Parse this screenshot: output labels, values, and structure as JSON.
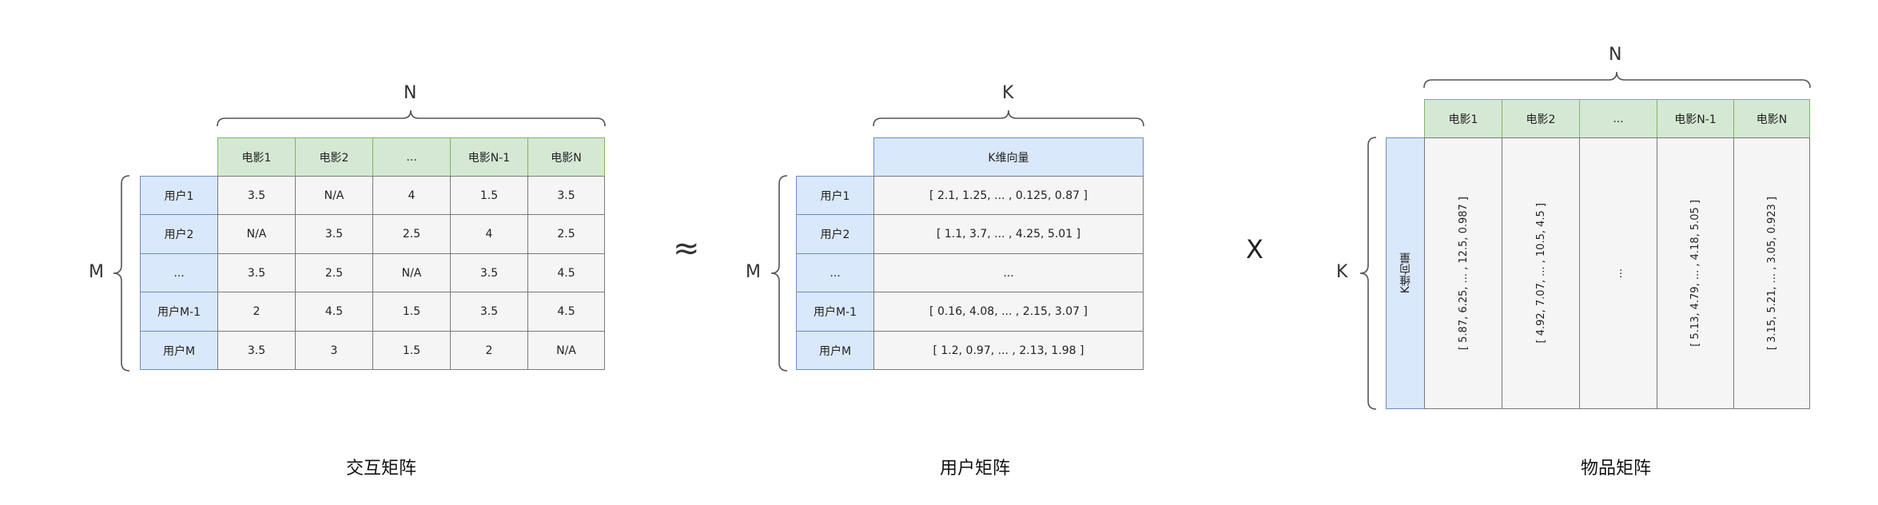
{
  "interaction_matrix": {
    "title": "交互矩阵",
    "n_label": "N",
    "m_label": "M",
    "col_headers": [
      "电影1",
      "电影2",
      "...",
      "电影N-1",
      "电影N"
    ],
    "rows": [
      {
        "label": "用户1",
        "values": [
          "3.5",
          "N/A",
          "4",
          "1.5",
          "3.5"
        ]
      },
      {
        "label": "用户2",
        "values": [
          "N/A",
          "3.5",
          "2.5",
          "4",
          "2.5"
        ]
      },
      {
        "label": "...",
        "values": [
          "3.5",
          "2.5",
          "N/A",
          "3.5",
          "4.5"
        ]
      },
      {
        "label": "用户M-1",
        "values": [
          "2",
          "4.5",
          "1.5",
          "3.5",
          "4.5"
        ]
      },
      {
        "label": "用户M",
        "values": [
          "3.5",
          "3",
          "1.5",
          "2",
          "N/A"
        ]
      }
    ]
  },
  "approx_symbol": "≈",
  "times_symbol": "X",
  "user_matrix": {
    "title": "用户矩阵",
    "k_label": "K",
    "m_label": "M",
    "header": "K维向量",
    "rows": [
      {
        "label": "用户1",
        "vector": "[ 2.1, 1.25, ... , 0.125, 0.87 ]"
      },
      {
        "label": "用户2",
        "vector": "[ 1.1, 3.7, ... , 4.25, 5.01 ]"
      },
      {
        "label": "...",
        "vector": "..."
      },
      {
        "label": "用户M-1",
        "vector": "[ 0.16, 4.08, ... , 2.15, 3.07 ]"
      },
      {
        "label": "用户M",
        "vector": "[ 1.2, 0.97, ... , 2.13, 1.98 ]"
      }
    ]
  },
  "item_matrix": {
    "title": "物品矩阵",
    "n_label": "N",
    "k_label": "K",
    "side_header": "K维向量",
    "col_headers": [
      "电影1",
      "电影2",
      "...",
      "电影N-1",
      "电影N"
    ],
    "vectors": [
      "[ 5.87, 6.25, ... , 12.5, 0.987 ]",
      "[ 4.92, 7.07, ... , 10.5, 4.5 ]",
      "...",
      "[ 5.13, 4.79, ... , 4.18, 5.05 ]",
      "[ 3.15, 5.21, ... , 3.05, 0.923 ]"
    ]
  }
}
